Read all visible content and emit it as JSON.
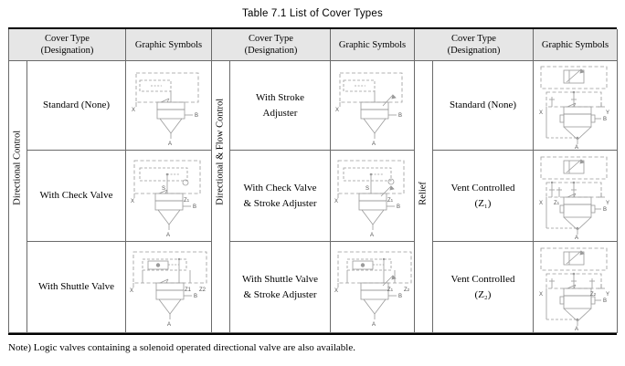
{
  "document": {
    "title": "Table 7.1  List of Cover Types",
    "note": "Note) Logic valves containing a solenoid operated directional valve are also available."
  },
  "table": {
    "headers": {
      "cover_type_line1": "Cover Type",
      "cover_type_line2": "(Designation)",
      "graphic_symbols": "Graphic Symbols"
    },
    "groups": [
      {
        "id": "directional-control",
        "label": "Directional Control",
        "rows": [
          {
            "label_line1": "Standard (None)",
            "label_line2": "",
            "symbol": "standard-none",
            "ports": [
              "X",
              "B",
              "A"
            ]
          },
          {
            "label_line1": "With Check Valve",
            "label_line2": "",
            "symbol": "check-valve",
            "ports": [
              "X",
              "S",
              "Z1",
              "B",
              "A"
            ]
          },
          {
            "label_line1": "With Shuttle Valve",
            "label_line2": "",
            "symbol": "shuttle-valve",
            "ports": [
              "X",
              "Z1",
              "Z2",
              "B",
              "A"
            ]
          }
        ]
      },
      {
        "id": "directional-and-flow-control",
        "label": "Directional & Flow Control",
        "rows": [
          {
            "label_line1": "With Stroke",
            "label_line2": "Adjuster",
            "symbol": "stroke-adjuster",
            "ports": [
              "X",
              "B",
              "A"
            ]
          },
          {
            "label_line1": "With Check Valve",
            "label_line2": "& Stroke Adjuster",
            "symbol": "check-valve-stroke",
            "ports": [
              "X",
              "S",
              "Z1",
              "B",
              "A"
            ]
          },
          {
            "label_line1": "With Shuttle Valve",
            "label_line2": "& Stroke Adjuster",
            "symbol": "shuttle-valve-stroke",
            "ports": [
              "X",
              "Z1",
              "Z2",
              "B",
              "A"
            ]
          }
        ]
      },
      {
        "id": "relief",
        "label": "Relief",
        "rows": [
          {
            "label_line1": "Standard (None)",
            "label_line2": "",
            "symbol": "relief-standard",
            "ports": [
              "X",
              "Y",
              "B",
              "A"
            ]
          },
          {
            "label_line1": "Vent Controlled",
            "label_line2": "(Z₁)",
            "symbol": "relief-vent-z1",
            "ports": [
              "X",
              "Z1",
              "Y",
              "B",
              "A"
            ]
          },
          {
            "label_line1": "Vent Controlled",
            "label_line2": "(Z₂)",
            "symbol": "relief-vent-z2",
            "ports": [
              "X",
              "Z2",
              "Y",
              "B",
              "A"
            ]
          }
        ]
      }
    ]
  },
  "style": {
    "header_fill": "#e6e6e6",
    "border_color": "#6a6a6a",
    "rule_color": "#000000",
    "symbol_line_color": "#9a9a9a",
    "symbol_label_color": "#555555"
  }
}
